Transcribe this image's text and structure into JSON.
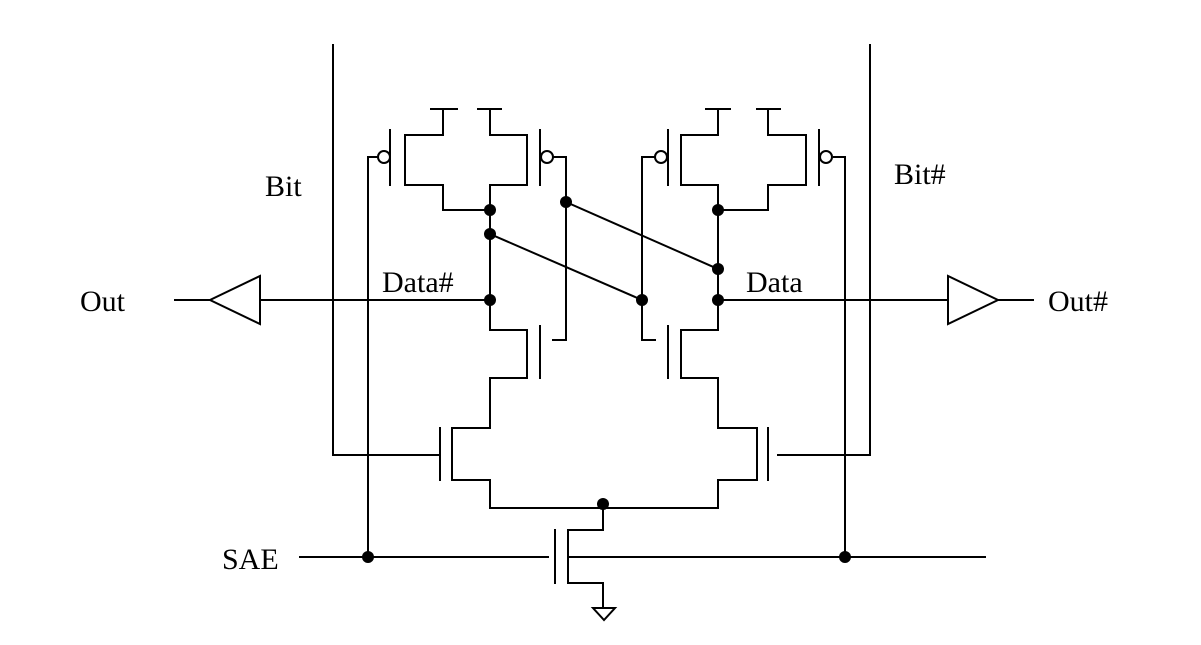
{
  "labels": {
    "bit": "Bit",
    "bit_bar": "Bit#",
    "data_bar": "Data#",
    "data": "Data",
    "out": "Out",
    "out_bar": "Out#",
    "sae": "SAE"
  }
}
